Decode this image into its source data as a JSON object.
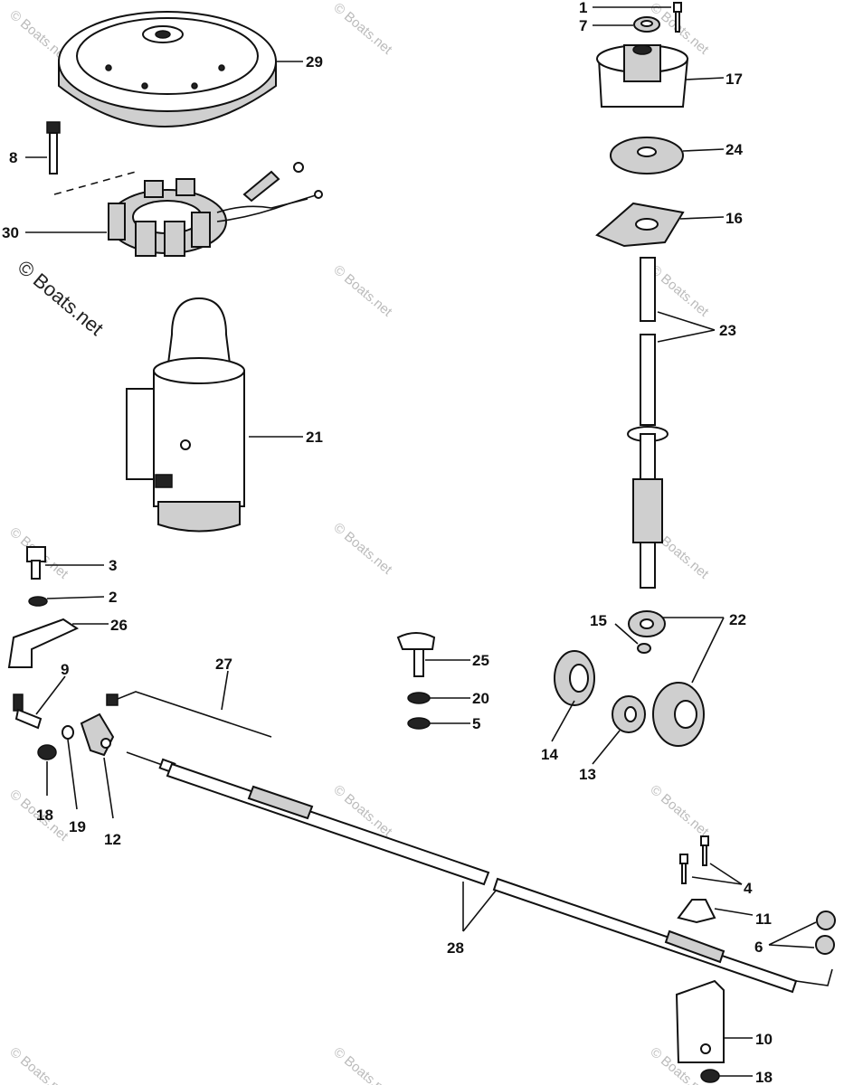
{
  "watermark": {
    "main": "© Boats.net",
    "repeat": "© Boats.net"
  },
  "callouts": {
    "c1": "1",
    "c7": "7",
    "c17": "17",
    "c24": "24",
    "c16": "16",
    "c23": "23",
    "c29": "29",
    "c8": "8",
    "c30": "30",
    "c21": "21",
    "c3": "3",
    "c2": "2",
    "c26": "26",
    "c9": "9",
    "c27": "27",
    "c25": "25",
    "c20": "20",
    "c5": "5",
    "c15": "15",
    "c22": "22",
    "c14": "14",
    "c13": "13",
    "c18a": "18",
    "c19": "19",
    "c12": "12",
    "c4": "4",
    "c11": "11",
    "c6": "6",
    "c28": "28",
    "c10": "10",
    "c18b": "18"
  }
}
